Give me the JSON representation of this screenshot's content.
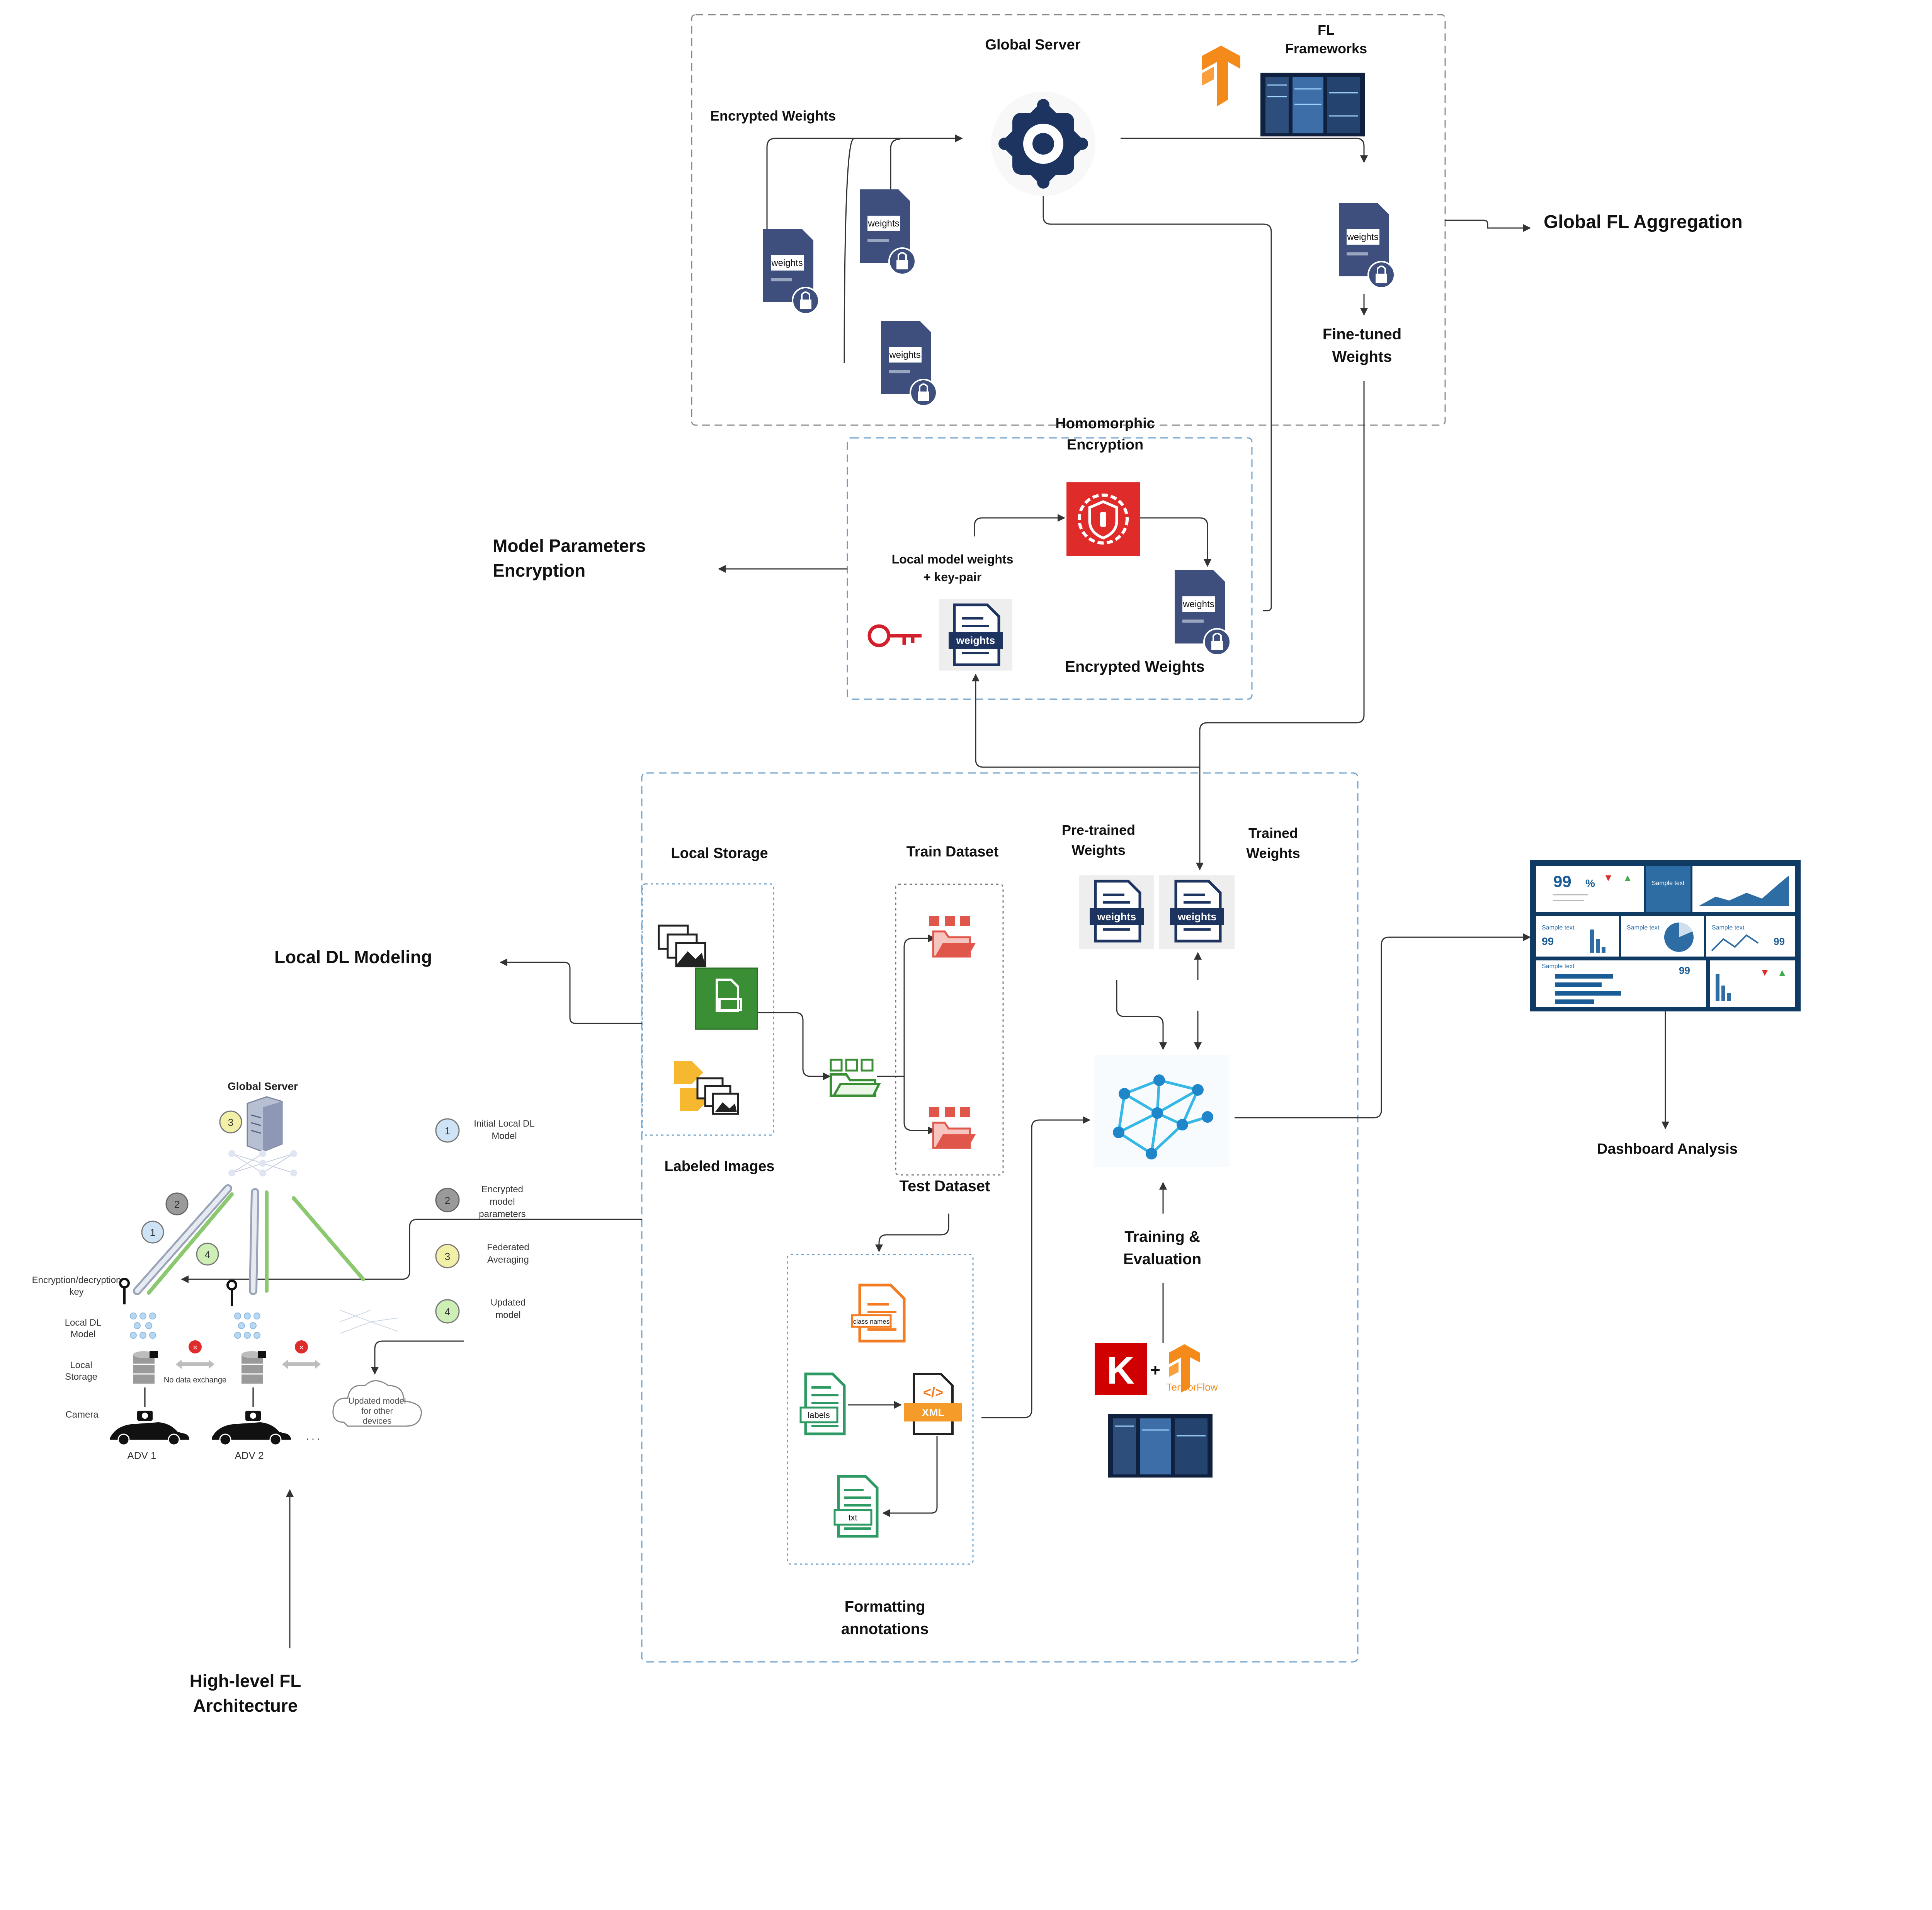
{
  "global_aggregation": {
    "section_label": "Global FL Aggregation",
    "global_server_label": "Global Server",
    "fl_frameworks_label": [
      "FL",
      "Frameworks"
    ],
    "encrypted_weights_label": "Encrypted Weights",
    "fine_tuned_label": [
      "Fine-tuned",
      "Weights"
    ]
  },
  "encryption": {
    "section_label": [
      "Model Parameters",
      "Encryption"
    ],
    "homomorphic_label": [
      "Homomorphic",
      "Encryption"
    ],
    "local_weights_label": [
      "Local model weights",
      "+ key-pair"
    ],
    "encrypted_weights_label": "Encrypted Weights"
  },
  "local_modeling": {
    "section_label": "Local DL Modeling",
    "local_storage_label": "Local Storage",
    "labeled_images_label": "Labeled Images",
    "train_dataset_label": "Train Dataset",
    "test_dataset_label": "Test Dataset",
    "pretrained_label": [
      "Pre-trained",
      "Weights"
    ],
    "trained_label": [
      "Trained",
      "Weights"
    ],
    "training_label": [
      "Training &",
      "Evaluation"
    ],
    "formatting_label": [
      "Formatting",
      "annotations"
    ],
    "tensorflow_label": "TensorFlow",
    "keras_letter": "K",
    "plus_sign": "+"
  },
  "file_tags": {
    "weights": "weights",
    "class_names": "class names",
    "labels": "labels",
    "xml": "XML",
    "txt": "txt"
  },
  "dashboard": {
    "label": "Dashboard Analysis",
    "kpi": "99",
    "sample_text": "Sample text"
  },
  "architecture": {
    "section_label": [
      "High-level FL",
      "Architecture"
    ],
    "global_server_label": "Global Server",
    "legend": [
      {
        "num": "1",
        "text": [
          "Initial Local DL",
          "Model"
        ],
        "color": "#cfe3f6"
      },
      {
        "num": "2",
        "text": [
          "Encrypted",
          "model",
          "parameters"
        ],
        "color": "#9a9a9a"
      },
      {
        "num": "3",
        "text": [
          "Federated",
          "Averaging"
        ],
        "color": "#f1f0a6"
      },
      {
        "num": "4",
        "text": [
          "Updated",
          "model"
        ],
        "color": "#cdeeb5"
      }
    ],
    "side_labels": [
      "Encryption/decryption key",
      "Local DL Model",
      "Local Storage",
      "Camera"
    ],
    "no_exchange": "No data exchange",
    "cloud_text": [
      "Updated model",
      "for other",
      "devices"
    ],
    "vehicles": [
      "ADV 1",
      "ADV 2"
    ],
    "ellipsis": ". . ."
  },
  "colors": {
    "doc_blue": "#3e4f7d",
    "doc_navy": "#1d3461",
    "shield_red": "#e02b2b",
    "green_doc": "#3a8f34",
    "folder_red": "#e0564b",
    "net_blue": "#35b8e6",
    "dash_border": "#6a9ec9",
    "tf_orange": "#f48a1a",
    "keras_red": "#d00000"
  }
}
